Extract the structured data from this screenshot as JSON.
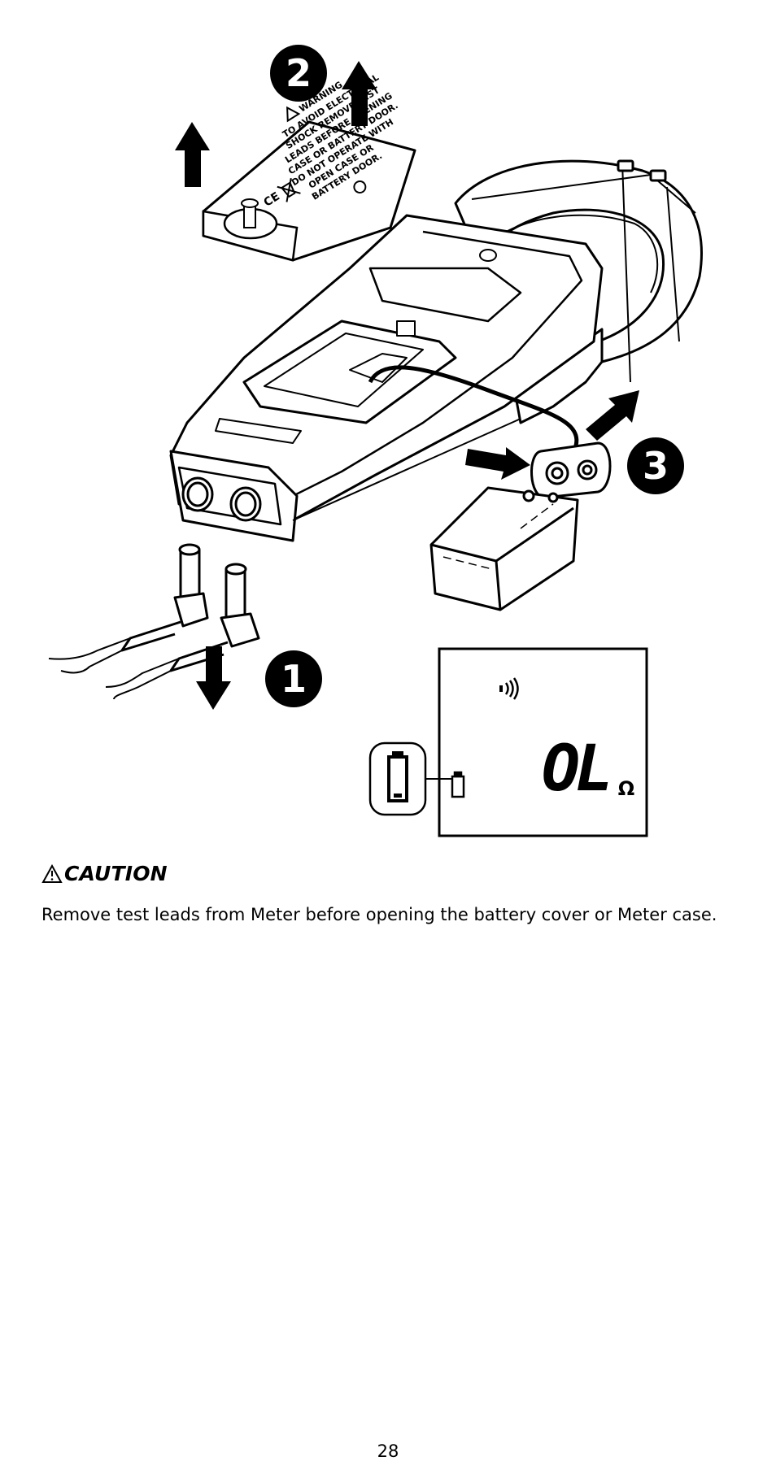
{
  "steps": {
    "one": "1",
    "two": "2",
    "three": "3"
  },
  "battery_door": {
    "warning_title": "WARNING",
    "warning_lines": [
      "TO AVOID ELECTRICAL",
      "SHOCK REMOVE TEST",
      "LEADS BEFORE OPENING",
      "CASE OR BATTERY DOOR.",
      "DO NOT OPERATE WITH",
      "OPEN CASE OR",
      "BATTERY DOOR."
    ],
    "ce_mark": "CE"
  },
  "lcd_display": {
    "reading": "OL",
    "unit": "Ω",
    "continuity_icon": "continuity-beeper-icon",
    "battery_icon": "low-battery-icon"
  },
  "caution": {
    "icon": "warning-triangle-icon",
    "title": "CAUTION",
    "text": "Remove test leads from Meter before opening the battery cover or Meter case."
  },
  "page_number": "28"
}
